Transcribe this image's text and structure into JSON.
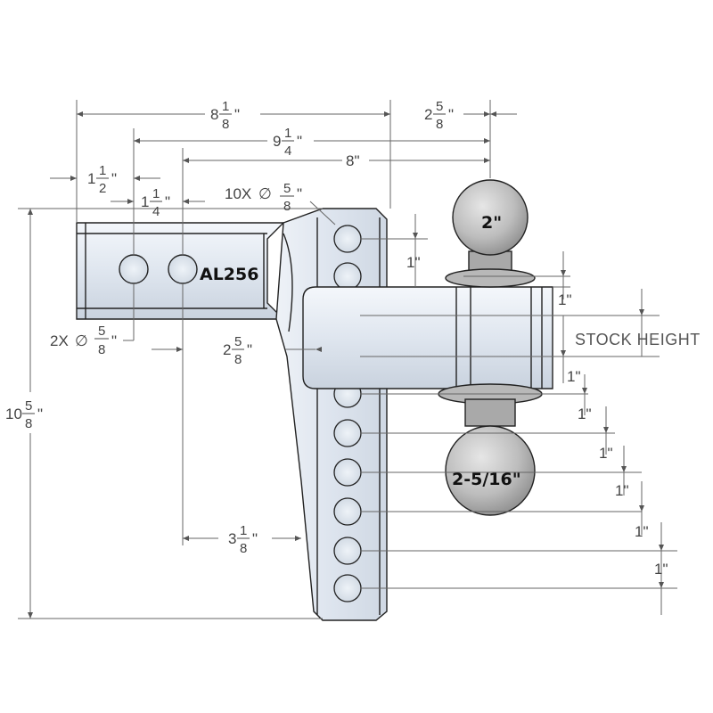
{
  "part": {
    "model_label": "AL256"
  },
  "balls": {
    "top_size": "2\"",
    "bottom_size": "2-5/16\""
  },
  "callouts": {
    "hole_count": "10X",
    "shank_holes": "2X",
    "diameter_symbol": "∅",
    "stock_height": "STOCK HEIGHT",
    "frac_5_8": {
      "num": "5",
      "den": "8"
    }
  },
  "dimensions": {
    "d_8_1_8": {
      "whole": "8",
      "num": "1",
      "den": "8",
      "tick": "\""
    },
    "d_2_5_8_top": {
      "whole": "2",
      "num": "5",
      "den": "8",
      "tick": "\""
    },
    "d_9_1_4": {
      "whole": "9",
      "num": "1",
      "den": "4",
      "tick": "\""
    },
    "d_8": {
      "text": "8\""
    },
    "d_1_1_2": {
      "whole": "1",
      "num": "1",
      "den": "2",
      "tick": "\""
    },
    "d_1_1_4": {
      "whole": "1",
      "num": "1",
      "den": "4",
      "tick": "\""
    },
    "d_10_5_8": {
      "whole": "10",
      "num": "5",
      "den": "8",
      "tick": "\""
    },
    "d_2_5_8_mid": {
      "whole": "2",
      "num": "5",
      "den": "8",
      "tick": "\""
    },
    "d_3_1_8": {
      "whole": "3",
      "num": "1",
      "den": "8",
      "tick": "\""
    },
    "one_inch": "1\""
  }
}
